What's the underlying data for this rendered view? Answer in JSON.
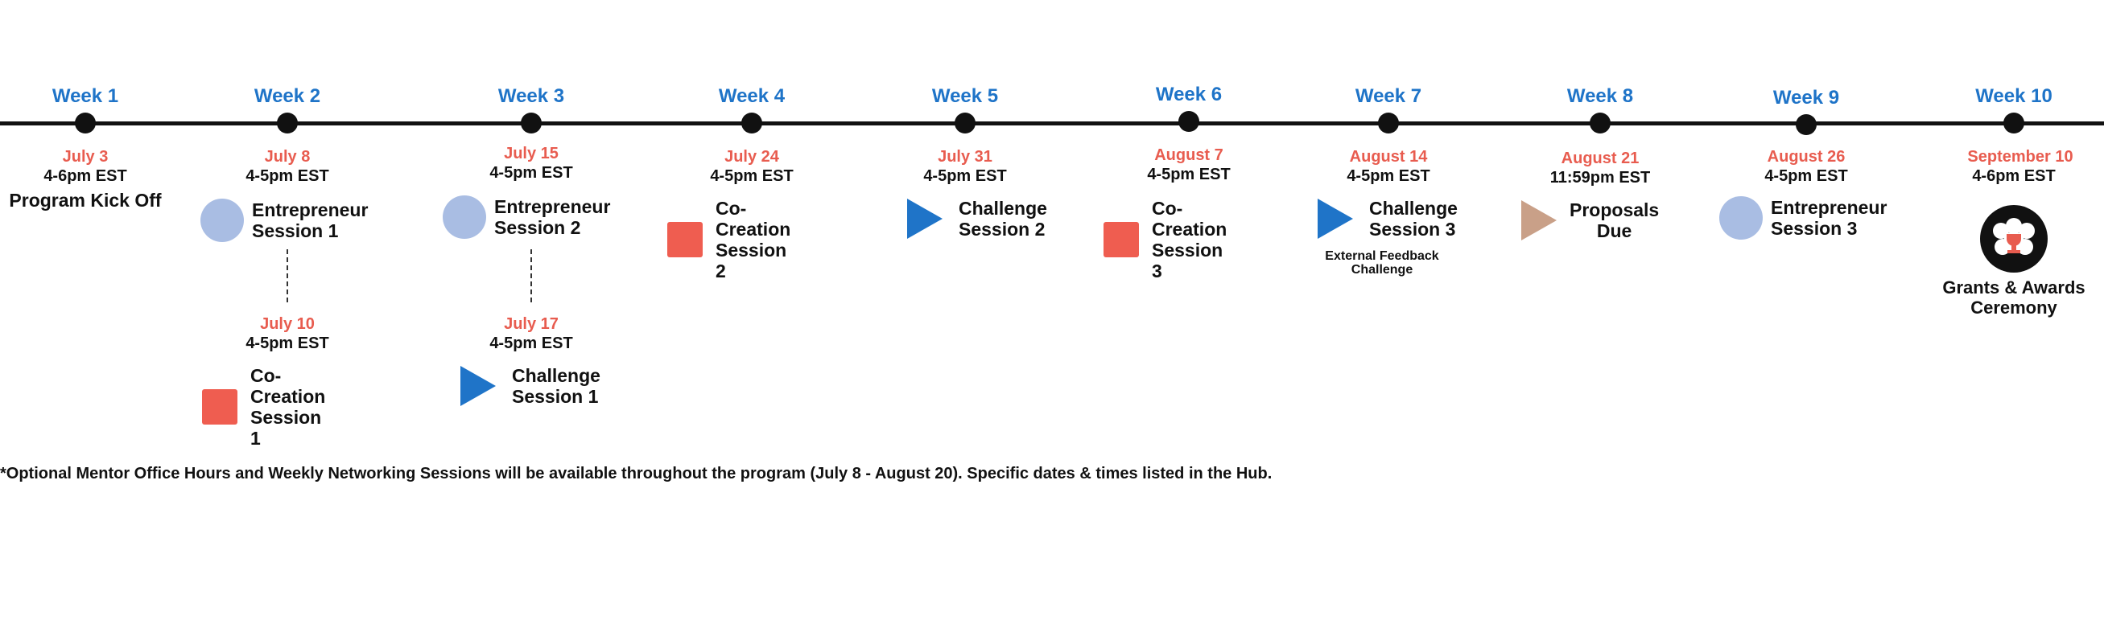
{
  "timeline": {
    "weeks": [
      {
        "label": "Week 1",
        "date": "July 3",
        "time": "4-6pm EST",
        "event": "Program Kick Off"
      },
      {
        "label": "Week 2",
        "date": "July 8",
        "time": "4-5pm EST",
        "event": "Entrepreneur\nSession 1",
        "icon": "circle-icon",
        "date2": "July 10",
        "time2": "4-5pm EST",
        "event2": "Co-Creation\nSession 1",
        "icon2": "square-icon"
      },
      {
        "label": "Week 3",
        "date": "July 15",
        "time": "4-5pm EST",
        "event": "Entrepreneur\nSession 2",
        "icon": "circle-icon",
        "date2": "July 17",
        "time2": "4-5pm EST",
        "event2": "Challenge\nSession 1",
        "icon2": "play-triangle-icon"
      },
      {
        "label": "Week 4",
        "date": "July 24",
        "time": "4-5pm EST",
        "event": "Co-Creation\nSession 2",
        "icon": "square-icon"
      },
      {
        "label": "Week 5",
        "date": "July 31",
        "time": "4-5pm EST",
        "event": "Challenge\nSession 2",
        "icon": "play-triangle-icon"
      },
      {
        "label": "Week 6",
        "date": "August 7",
        "time": "4-5pm EST",
        "event": "Co-Creation\nSession 3",
        "icon": "square-icon"
      },
      {
        "label": "Week 7",
        "date": "August 14",
        "time": "4-5pm EST",
        "event": "Challenge\nSession 3",
        "icon": "play-triangle-icon",
        "note": "External Feedback\nChallenge"
      },
      {
        "label": "Week 8",
        "date": "August 21",
        "time": "11:59pm EST",
        "event": "Proposals\nDue",
        "icon": "tan-triangle-icon"
      },
      {
        "label": "Week 9",
        "date": "August 26",
        "time": "4-5pm EST",
        "event": "Entrepreneur\nSession 3",
        "icon": "circle-icon"
      },
      {
        "label": "Week 10",
        "date": "September 10",
        "time": "4-6pm EST",
        "event": "Grants & Awards\nCeremony",
        "icon": "trophy-icon"
      }
    ]
  },
  "colors": {
    "week_label": "#1f74c8",
    "date": "#e85c4f",
    "entrepreneur": "#a9bde3",
    "co_creation": "#ef5d50",
    "challenge": "#1f74c8",
    "proposals": "#c9a088"
  },
  "footnote": "*Optional Mentor Office Hours and Weekly Networking Sessions will be available throughout the program (July 8 - August 20). Specific dates & times listed in the Hub."
}
